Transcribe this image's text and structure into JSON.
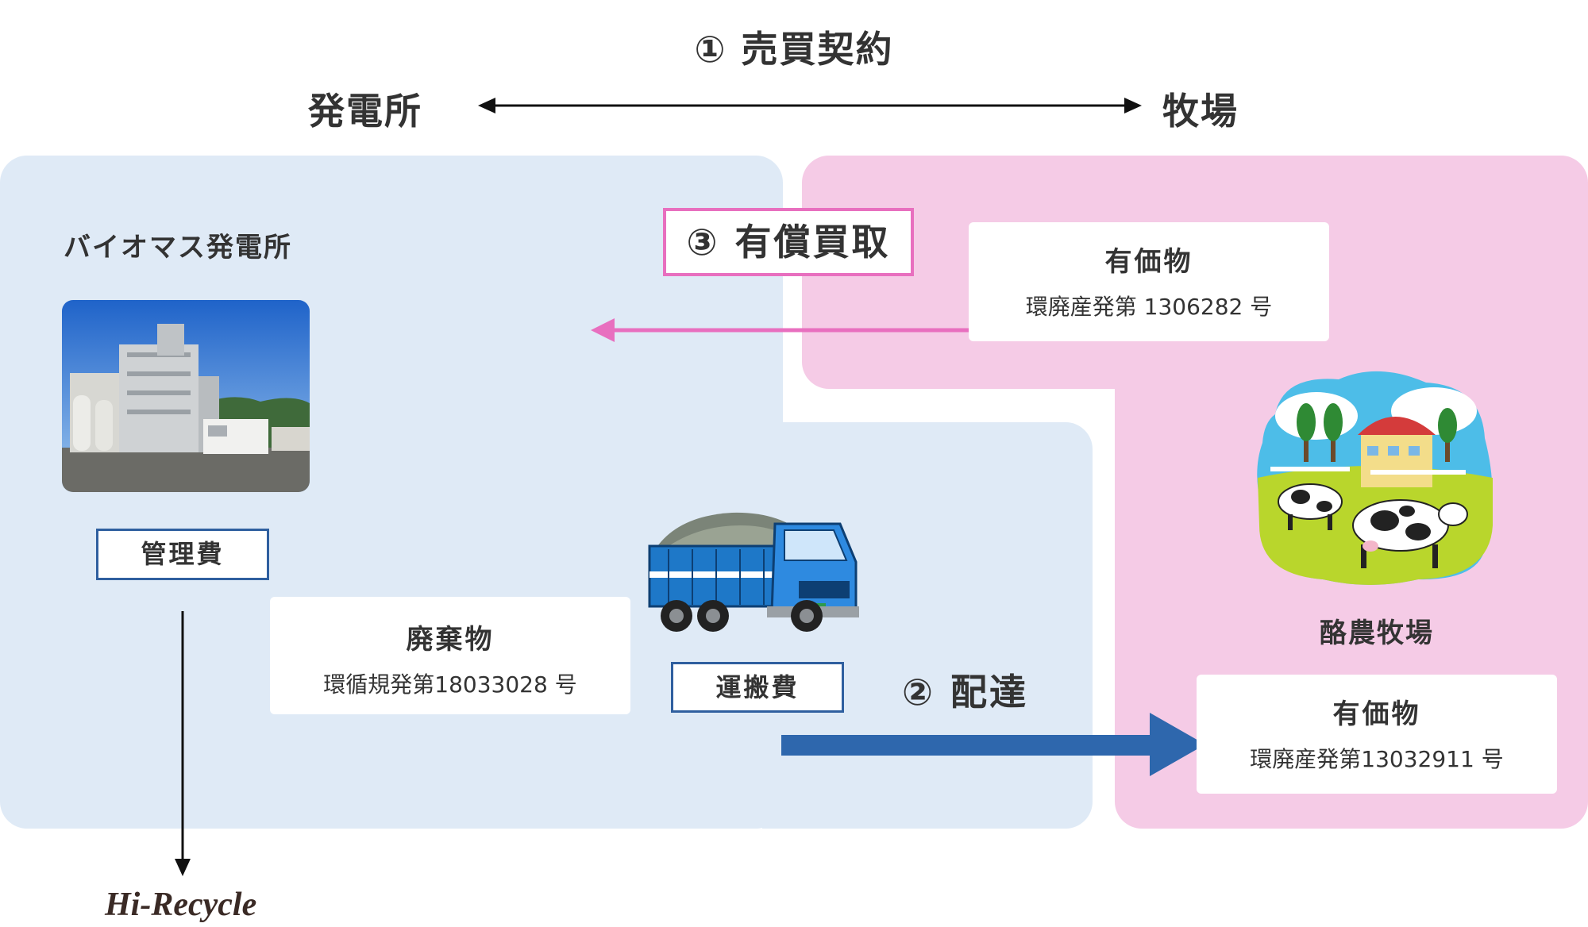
{
  "contract": {
    "label": "① 売買契約"
  },
  "parties": {
    "left": "発電所",
    "right": "牧場"
  },
  "power_plant": {
    "label": "バイオマス発電所",
    "fee": "管理費",
    "waste": {
      "title": "廃棄物",
      "permit": "環循規発第18033028 号"
    },
    "transport_fee": "運搬費",
    "recycle_destination": "Hi-Recycle"
  },
  "purchase": {
    "label": "③ 有償買取"
  },
  "delivery": {
    "label": "② 配達"
  },
  "ranch": {
    "valuable_top": {
      "title": "有価物",
      "permit": "環廃産発第 1306282 号"
    },
    "label": "酪農牧場",
    "valuable_bottom": {
      "title": "有価物",
      "permit": "環廃産発第13032911 号"
    }
  },
  "colors": {
    "blue_region": "#dfeaf6",
    "pink_region": "#f5cbe6",
    "pink_accent": "#e86fbf",
    "blue_accent": "#2e67ad"
  }
}
